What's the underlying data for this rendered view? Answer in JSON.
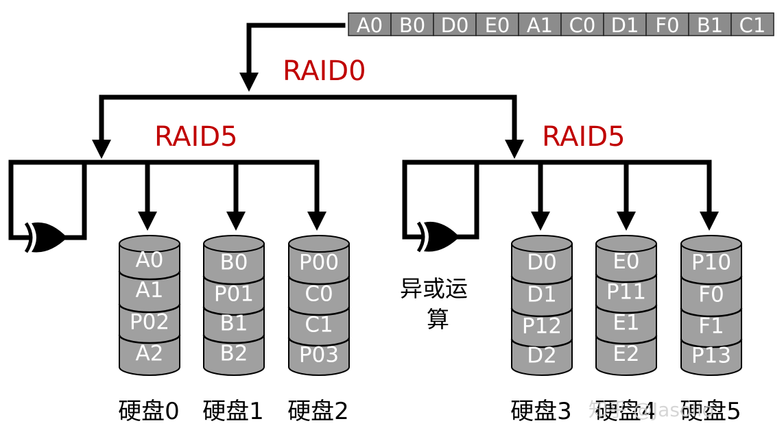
{
  "stream": [
    "A0",
    "B0",
    "D0",
    "E0",
    "A1",
    "C0",
    "D1",
    "F0",
    "B1",
    "C1"
  ],
  "labels": {
    "raid0": "RAID0",
    "raid5_left": "RAID5",
    "raid5_right": "RAID5",
    "xor_line1": "异或运",
    "xor_line2": "算"
  },
  "disks": [
    {
      "name": "硬盘0",
      "blocks": [
        "A0",
        "A1",
        "P02",
        "A2"
      ]
    },
    {
      "name": "硬盘1",
      "blocks": [
        "B0",
        "P01",
        "B1",
        "B2"
      ]
    },
    {
      "name": "硬盘2",
      "blocks": [
        "P00",
        "C0",
        "C1",
        "P03"
      ]
    },
    {
      "name": "硬盘3",
      "blocks": [
        "D0",
        "D1",
        "P12",
        "D2"
      ]
    },
    {
      "name": "硬盘4",
      "blocks": [
        "E0",
        "P11",
        "E1",
        "E2"
      ]
    },
    {
      "name": "硬盘5",
      "blocks": [
        "P10",
        "F0",
        "F1",
        "P13"
      ]
    }
  ],
  "watermark": "知乎 @Jasolio",
  "colors": {
    "raid_label": "#c00000",
    "block_fill": "#a0a0a0",
    "stream_fill": "#8c8c8c"
  }
}
